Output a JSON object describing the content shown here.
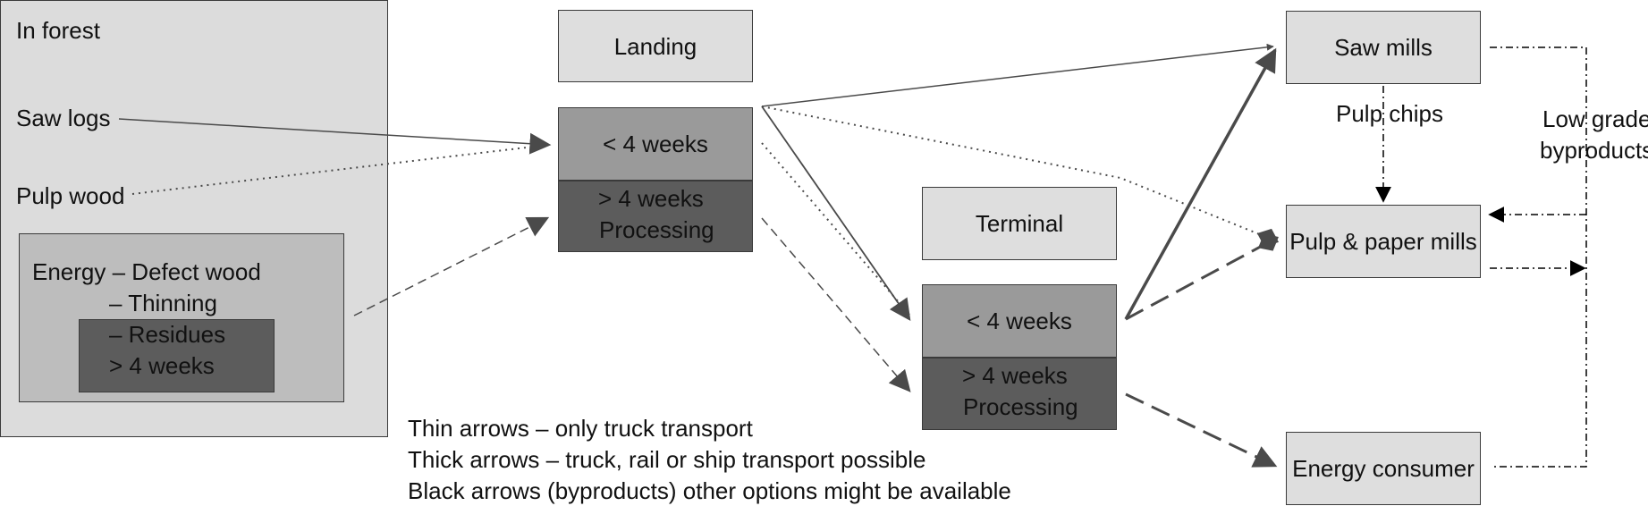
{
  "forest": {
    "title": "In forest",
    "saw_logs": "Saw logs",
    "pulp_wood": "Pulp wood",
    "energy_line1": "Energy – Defect wood",
    "energy_line2": "– Thinning",
    "energy_line3": "– Residues",
    "energy_line4": "> 4 weeks"
  },
  "landing": {
    "title": "Landing",
    "short": "< 4 weeks",
    "long_line1": "> 4 weeks",
    "long_line2": "Processing"
  },
  "terminal": {
    "title": "Terminal",
    "short": "< 4 weeks",
    "long_line1": "> 4 weeks",
    "long_line2": "Processing"
  },
  "destinations": {
    "saw_mills": "Saw mills",
    "pulp_paper": "Pulp & paper mills",
    "energy_consumer": "Energy consumer",
    "pulp_chips": "Pulp chips",
    "low_grade_line1": "Low grade",
    "low_grade_line2": "byproducts"
  },
  "legend": {
    "line1": "Thin arrows – only truck transport",
    "line2": "Thick arrows – truck, rail or ship transport possible",
    "line3": "Black arrows (byproducts) other options might be available"
  },
  "colors": {
    "forest_bg": "#dcdcdc",
    "energy_bg": "#bdbdbd",
    "dark_bg": "#5c5c5c",
    "mid_bg": "#9a9a9a",
    "light_box": "#dedede",
    "arrow": "#4a4a4a",
    "byproduct_arrow": "#000000"
  }
}
